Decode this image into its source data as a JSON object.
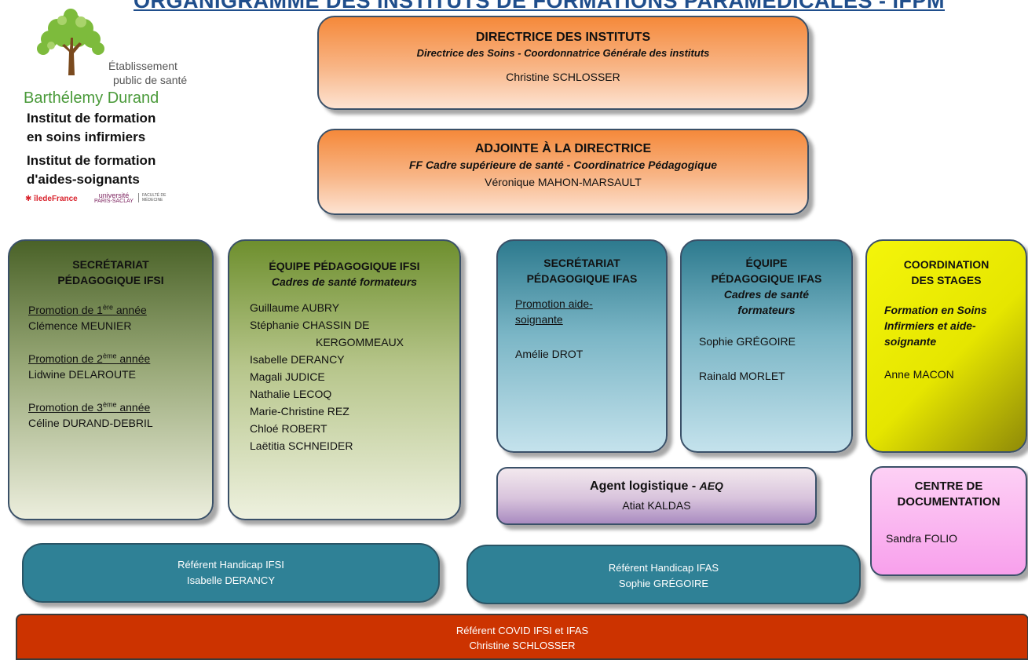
{
  "title": "ORGANIGRAMME DES INSTITUTS DE FORMATIONS PARAMÉDICALES - IFPM",
  "logo": {
    "line1": "Établissement",
    "line2": "public de santé",
    "name": "Barthélemy Durand",
    "inst1a": "Institut de formation",
    "inst1b": "en soins infirmiers",
    "inst2a": "Institut de formation",
    "inst2b": "d'aides-soignants",
    "idf": "✱ îledeFrance",
    "univ1": "université",
    "univ2": "PARIS-SACLAY",
    "fac1": "FACULTÉ DE",
    "fac2": "MÉDECINE"
  },
  "directrice": {
    "title": "DIRECTRICE DES INSTITUTS",
    "subtitle": "Directrice des Soins - Coordonnatrice Générale des instituts",
    "name": "Christine SCHLOSSER"
  },
  "adjointe": {
    "title": "ADJOINTE À LA DIRECTRICE",
    "subtitle": "FF Cadre supérieure de santé - Coordinatrice Pédagogique",
    "name": "Véronique MAHON-MARSAULT"
  },
  "secretariat_ifsi": {
    "title1": "SECRÉTARIAT",
    "title2": "PÉDAGOGIQUE IFSI",
    "promo1_pre": "Promotion de 1",
    "promo1_sup": "ère",
    "promo1_post": " année",
    "promo1_name": "Clémence MEUNIER",
    "promo2_pre": "Promotion de 2",
    "promo2_sup": "ème",
    "promo2_post": " année",
    "promo2_name": "Lidwine DELAROUTE",
    "promo3_pre": "Promotion de 3",
    "promo3_sup": "ème",
    "promo3_post": " année",
    "promo3_name": "Céline DURAND-DEBRIL"
  },
  "equipe_ifsi": {
    "title": "ÉQUIPE PÉDAGOGIQUE IFSI",
    "subtitle": "Cadres de santé formateurs",
    "members": [
      "Guillaume AUBRY",
      "Stéphanie CHASSIN DE",
      "KERGOMMEAUX",
      "Isabelle DERANCY",
      "Magali JUDICE",
      "Nathalie LECOQ",
      "Marie-Christine REZ",
      "Chloé ROBERT",
      "Laëtitia SCHNEIDER"
    ]
  },
  "secretariat_ifas": {
    "title1": "SECRÉTARIAT",
    "title2": "PÉDAGOGIQUE IFAS",
    "promo1": "Promotion aide-",
    "promo2": "soignante",
    "name": "Amélie DROT"
  },
  "equipe_ifas": {
    "title1": "ÉQUIPE",
    "title2": "PÉDAGOGIQUE IFAS",
    "sub1": "Cadres de santé",
    "sub2": "formateurs",
    "name1": "Sophie GRÉGOIRE",
    "name2": "Rainald MORLET"
  },
  "coordination": {
    "title1": "COORDINATION",
    "title2": "DES STAGES",
    "sub1": "Formation en Soins",
    "sub2": "Infirmiers et aide-",
    "sub3": "soignante",
    "name": "Anne MACON"
  },
  "agent": {
    "title": "Agent logistique - ",
    "title_it": "AEQ",
    "name": "Atiat KALDAS"
  },
  "documentation": {
    "title1": "CENTRE DE",
    "title2": "DOCUMENTATION",
    "name": "Sandra FOLIO"
  },
  "handicap_ifsi": {
    "title": "Référent Handicap IFSI",
    "name": "Isabelle DERANCY"
  },
  "handicap_ifas": {
    "title": "Référent Handicap IFAS",
    "name": "Sophie GRÉGOIRE"
  },
  "covid": {
    "title": "Référent COVID IFSI et IFAS",
    "name": "Christine SCHLOSSER"
  }
}
